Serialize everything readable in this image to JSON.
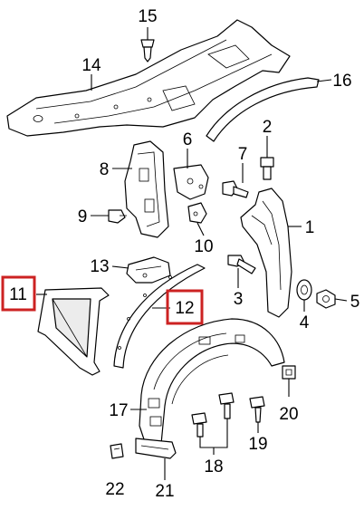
{
  "diagram": {
    "callouts": [
      {
        "id": "c1",
        "label": "1"
      },
      {
        "id": "c2",
        "label": "2"
      },
      {
        "id": "c3",
        "label": "3"
      },
      {
        "id": "c4",
        "label": "4"
      },
      {
        "id": "c5",
        "label": "5"
      },
      {
        "id": "c6",
        "label": "6"
      },
      {
        "id": "c7",
        "label": "7"
      },
      {
        "id": "c8",
        "label": "8"
      },
      {
        "id": "c9",
        "label": "9"
      },
      {
        "id": "c10",
        "label": "10"
      },
      {
        "id": "c11",
        "label": "11",
        "highlighted": true
      },
      {
        "id": "c12",
        "label": "12",
        "highlighted": true
      },
      {
        "id": "c13",
        "label": "13"
      },
      {
        "id": "c14",
        "label": "14"
      },
      {
        "id": "c15",
        "label": "15"
      },
      {
        "id": "c16",
        "label": "16"
      },
      {
        "id": "c17",
        "label": "17"
      },
      {
        "id": "c18",
        "label": "18"
      },
      {
        "id": "c19",
        "label": "19"
      },
      {
        "id": "c20",
        "label": "20"
      },
      {
        "id": "c21",
        "label": "21"
      },
      {
        "id": "c22",
        "label": "22"
      }
    ],
    "highlight_color": "#cc2222",
    "line_color": "#000000"
  }
}
